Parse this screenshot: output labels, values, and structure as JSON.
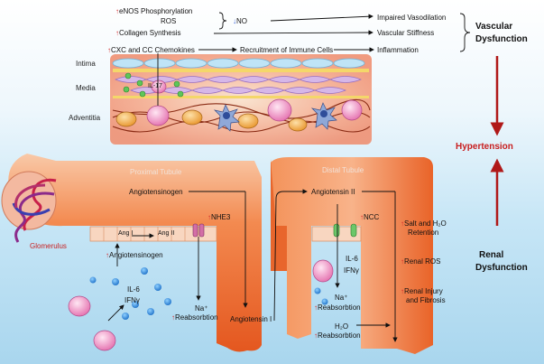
{
  "vascular": {
    "enos": "eNOS Phosphorylation",
    "ros": "ROS",
    "no": "NO",
    "collagen": "Collagen Synthesis",
    "chemokines": "CXC and CC Chemokines",
    "recruitment": "Recruitment of Immune Cells",
    "impaired": "Impaired Vasodilation",
    "stiffness": "Vascular Stiffness",
    "inflammation": "Inflammation",
    "il17": "IL-17",
    "layers": [
      "Intima",
      "Media",
      "Adventitia"
    ],
    "title_line1": "Vascular",
    "title_line2": "Dysfunction"
  },
  "center": {
    "hypertension": "Hypertension"
  },
  "kidney": {
    "proximal": "Proximal Tubule",
    "distal": "Distal Tubule",
    "angiotensinogen_top": "Angiotensinogen",
    "angiotensin_ii_top": "Angiotensin II",
    "angiotensin_i": "Angiotensin I",
    "ang_i": "Ang I",
    "ang_ii": "Ang II",
    "nhe3": "NHE3",
    "ncc": "NCC",
    "angiotensinogen_low": "Angiotensinogen",
    "glomerulus": "Glomerulus",
    "il6_left": "IL-6",
    "ifng_left": "IFNγ",
    "il6_right": "IL-6",
    "ifng_right": "IFNγ",
    "na_left": "Na⁺",
    "reab_left": "Reabsorbtion",
    "na_right": "Na⁺",
    "reab_right": "Reabsorbtion",
    "h2o": "H₂O",
    "reab_h2o": "Reabsorbtion"
  },
  "renal": {
    "salt_line1": "Salt and H₂O",
    "salt_line2": "Retention",
    "ros": "Renal ROS",
    "injury_line1": "Renal Injury",
    "injury_line2": "and Fibrosis",
    "title_line1": "Renal",
    "title_line2": "Dysfunction"
  },
  "colors": {
    "accent_red": "#c81e1e",
    "tubule": "#f07a3e",
    "background": "#bfe2f4"
  }
}
